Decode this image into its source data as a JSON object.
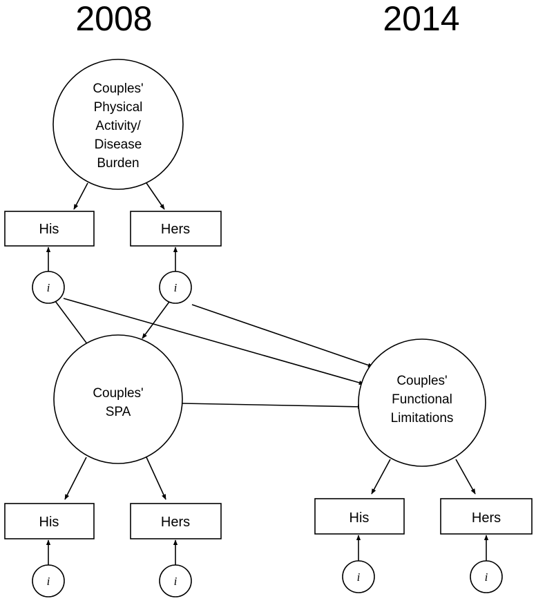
{
  "years": {
    "left": "2008",
    "right": "2014"
  },
  "latents": {
    "pa": {
      "lines": [
        "Couples'",
        "Physical",
        "Activity/",
        "Disease",
        "Burden"
      ]
    },
    "spa": {
      "lines": [
        "Couples'",
        "SPA"
      ]
    },
    "fl": {
      "lines": [
        "Couples'",
        "Functional",
        "Limitations"
      ]
    }
  },
  "indicators": {
    "pa_his": "His",
    "pa_hers": "Hers",
    "spa_his": "His",
    "spa_hers": "Hers",
    "fl_his": "His",
    "fl_hers": "Hers"
  },
  "error_symbol": "i"
}
